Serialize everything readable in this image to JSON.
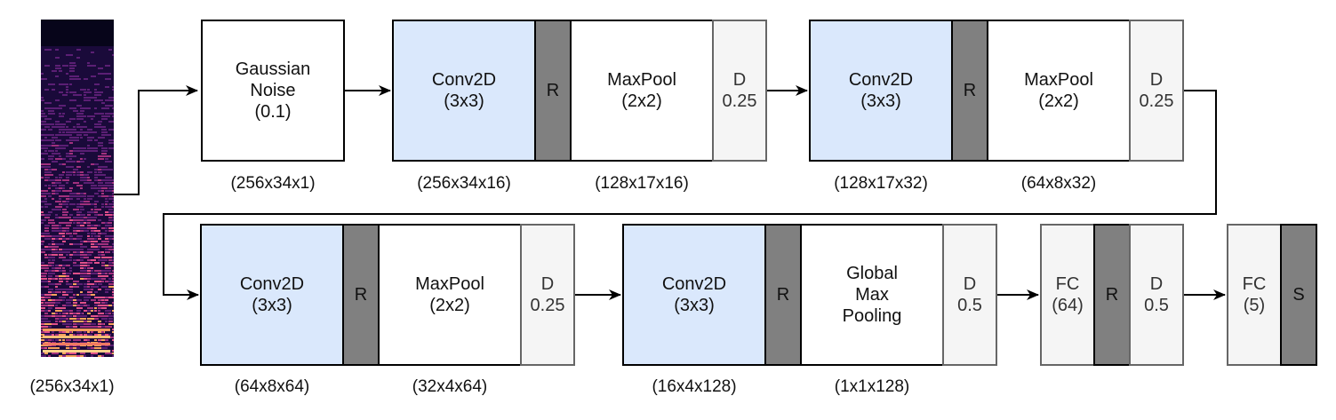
{
  "input": {
    "shape_label": "(256x34x1)"
  },
  "row1": {
    "noise": {
      "line1": "Gaussian",
      "line2": "Noise",
      "line3": "(0.1)",
      "shape": "(256x34x1)"
    },
    "conv1": {
      "line1": "Conv2D",
      "line2": "(3x3)",
      "shape": "(256x34x16)"
    },
    "relu1": "R",
    "pool1": {
      "line1": "MaxPool",
      "line2": "(2x2)",
      "shape": "(128x17x16)"
    },
    "drop1": {
      "line1": "D",
      "line2": "0.25"
    },
    "conv2": {
      "line1": "Conv2D",
      "line2": "(3x3)",
      "shape": "(128x17x32)"
    },
    "relu2": "R",
    "pool2": {
      "line1": "MaxPool",
      "line2": "(2x2)",
      "shape": "(64x8x32)"
    },
    "drop2": {
      "line1": "D",
      "line2": "0.25"
    }
  },
  "row2": {
    "conv3": {
      "line1": "Conv2D",
      "line2": "(3x3)",
      "shape": "(64x8x64)"
    },
    "relu3": "R",
    "pool3": {
      "line1": "MaxPool",
      "line2": "(2x2)",
      "shape": "(32x4x64)"
    },
    "drop3": {
      "line1": "D",
      "line2": "0.25"
    },
    "conv4": {
      "line1": "Conv2D",
      "line2": "(3x3)",
      "shape": "(16x4x128)"
    },
    "relu4": "R",
    "gpool": {
      "line1": "Global",
      "line2": "Max",
      "line3": "Pooling",
      "shape": "(1x1x128)"
    },
    "drop4": {
      "line1": "D",
      "line2": "0.5"
    },
    "fc1": {
      "line1": "FC",
      "line2": "(64)"
    },
    "relu5": "R",
    "drop5": {
      "line1": "D",
      "line2": "0.5"
    },
    "fc2": {
      "line1": "FC",
      "line2": "(5)"
    },
    "softmax": "S"
  },
  "colors": {
    "conv": "#dae8fc",
    "activation": "#808080",
    "dropout": "#f5f5f5",
    "border": "#000000"
  }
}
